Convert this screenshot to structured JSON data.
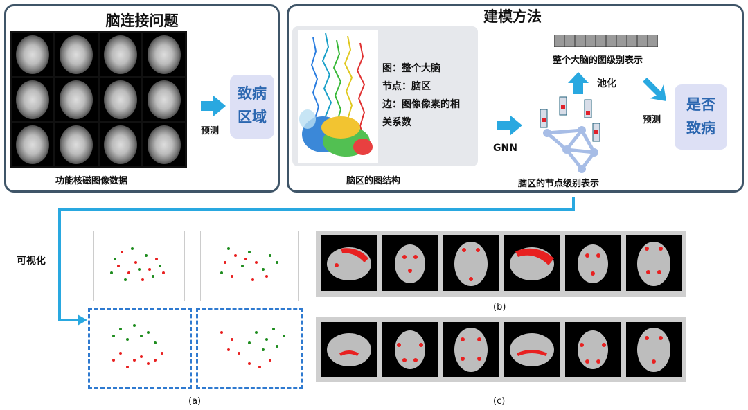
{
  "top_left": {
    "title": "脑连接问题",
    "mri_caption": "功能核磁图像数据",
    "predict_label": "预测",
    "result_box": [
      "致病",
      "区域"
    ]
  },
  "top_right": {
    "title": "建模方法",
    "graph_desc": [
      "图：整个大脑",
      "节点：脑区",
      "边：图像像素的相",
      "关系数"
    ],
    "brain_graph_caption": "脑区的图结构",
    "gnn_label": "GNN",
    "graph_level_label": "整个大脑的图级别表示",
    "pooling_label": "池化",
    "node_level_label": "脑区的节点级别表示",
    "predict_label": "预测",
    "result_box": [
      "是否",
      "致病"
    ]
  },
  "bottom": {
    "visualize_label": "可视化",
    "caption_a": "(a)",
    "caption_b": "(b)",
    "caption_c": "(c)"
  },
  "colors": {
    "panel_border": "#3f5568",
    "arrow": "#29a8e0",
    "box_bg": "#dde0f5",
    "box_text": "#2c67b0",
    "dash": "#2f7ad0",
    "red": "#e82020",
    "green": "#1e8c1e"
  },
  "icons": [
    "arrow-right-icon",
    "arrow-up-icon",
    "arrow-down-right-icon",
    "brain-icon",
    "graph-icon"
  ]
}
